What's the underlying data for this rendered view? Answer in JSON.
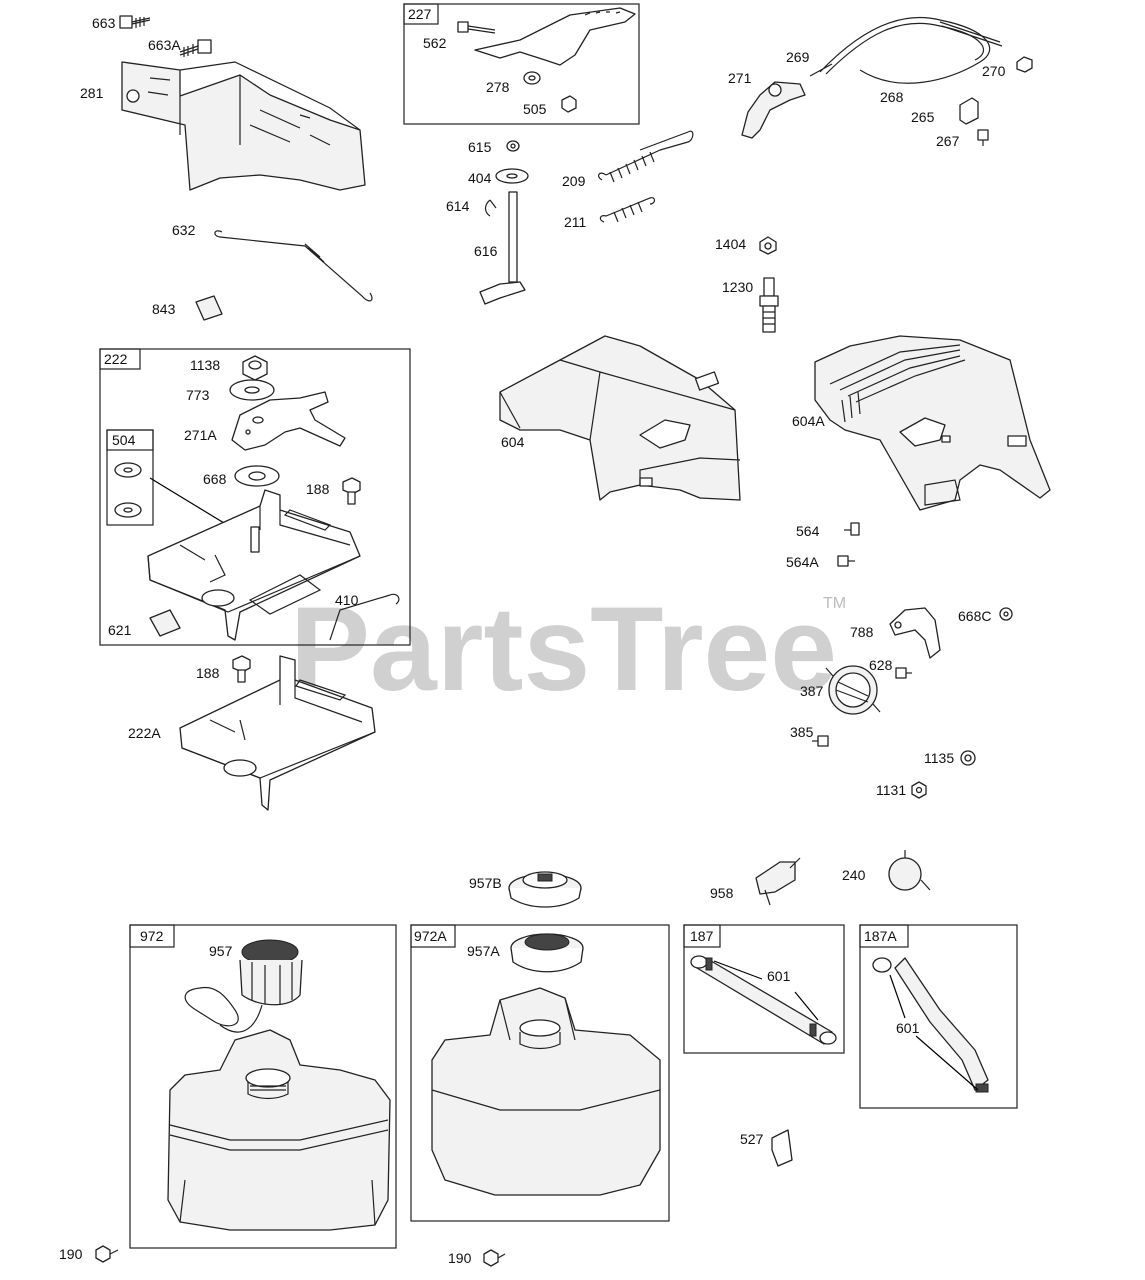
{
  "watermark": {
    "text": "PartsTree",
    "trademark": "TM"
  },
  "boxes": [
    {
      "id": "227",
      "label": "227"
    },
    {
      "id": "222",
      "label": "222"
    },
    {
      "id": "504",
      "label": "504"
    },
    {
      "id": "972",
      "label": "972"
    },
    {
      "id": "972A",
      "label": "972A"
    },
    {
      "id": "187",
      "label": "187"
    },
    {
      "id": "187A",
      "label": "187A"
    }
  ],
  "callouts": [
    "663",
    "663A",
    "281",
    "632",
    "843",
    "562",
    "278",
    "505",
    "615",
    "404",
    "614",
    "616",
    "209",
    "211",
    "269",
    "271",
    "270",
    "268",
    "265",
    "267",
    "1404",
    "1230",
    "1138",
    "773",
    "271A",
    "668",
    "188",
    "621",
    "410",
    "188",
    "222A",
    "604",
    "604A",
    "564",
    "564A",
    "788",
    "668C",
    "628",
    "387",
    "385",
    "1135",
    "1131",
    "957B",
    "958",
    "240",
    "957",
    "957A",
    "601",
    "601",
    "527",
    "190",
    "190"
  ],
  "colors": {
    "line": "#222222",
    "watermark": "#bdbdbd",
    "background": "#ffffff"
  }
}
